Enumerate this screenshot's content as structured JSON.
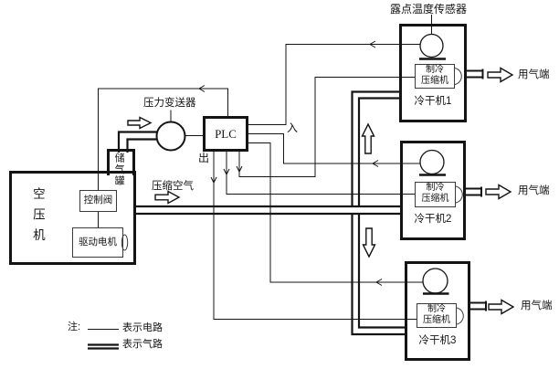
{
  "diagram": {
    "type": "schematic-air-compressor-dryer-system",
    "labels": {
      "dew_point_sensor": "露点温度传感器",
      "pressure_transmitter": "压力变送器",
      "plc": "PLC",
      "plc_in": "入",
      "plc_out": "出",
      "air_tank": "储气罐",
      "air_compressor": "空压机",
      "control_valve": "控制阀",
      "drive_motor": "驱动电机",
      "compressed_air": "压缩空气"
    },
    "dryers": [
      {
        "name": "冷干机1",
        "compressor_line1": "制冷",
        "compressor_line2": "压缩机",
        "outlet": "用气端"
      },
      {
        "name": "冷干机2",
        "compressor_line1": "制冷",
        "compressor_line2": "压缩机",
        "outlet": "用气端"
      },
      {
        "name": "冷干机3",
        "compressor_line1": "制冷",
        "compressor_line2": "压缩机",
        "outlet": "用气端"
      }
    ],
    "legend": {
      "note": "注:",
      "electric_line": "表示电路",
      "gas_line": "表示气路"
    },
    "colors": {
      "line": "#141414",
      "background": "#ffffff"
    }
  }
}
